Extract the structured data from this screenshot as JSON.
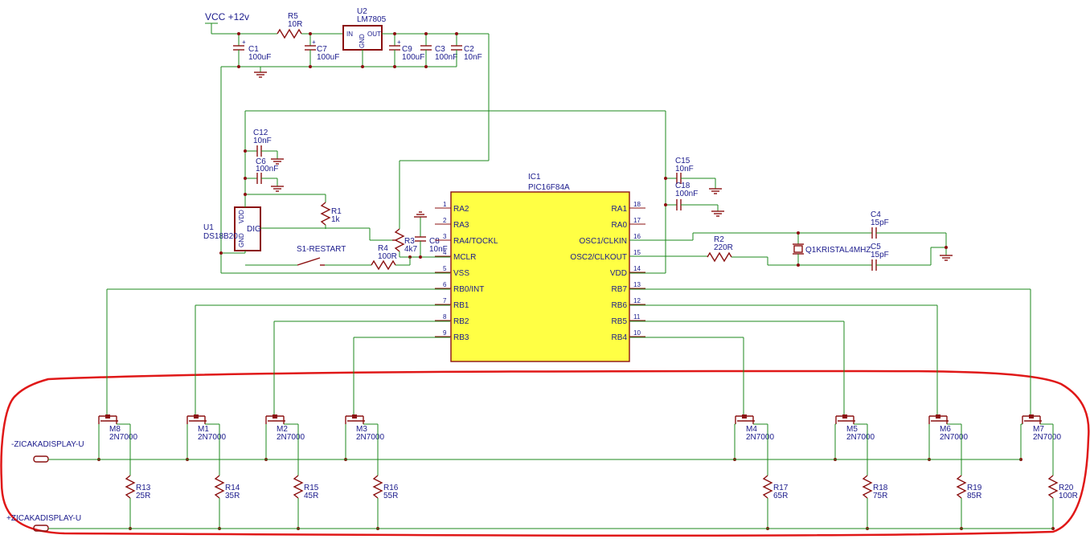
{
  "power": {
    "vcc_label": "VCC +12v"
  },
  "components": {
    "r5": {
      "name": "R5",
      "value": "10R"
    },
    "u2": {
      "name": "U2",
      "value": "LM7805",
      "pin_in": "IN",
      "pin_out": "OUT",
      "pin_gnd": "GND"
    },
    "c1": {
      "name": "C1",
      "value": "100uF"
    },
    "c7": {
      "name": "C7",
      "value": "100uF"
    },
    "c9": {
      "name": "C9",
      "value": "100uF"
    },
    "c3": {
      "name": "C3",
      "value": "100nF"
    },
    "c2": {
      "name": "C2",
      "value": "10nF"
    },
    "c12": {
      "name": "C12",
      "value": "10nF"
    },
    "c6": {
      "name": "C6",
      "value": "100nF"
    },
    "u1": {
      "name": "U1",
      "value": "DS18B20",
      "pin_vdd": "VDD",
      "pin_dig": "DIG",
      "pin_gnd": "GND"
    },
    "r1": {
      "name": "R1",
      "value": "1k"
    },
    "r3": {
      "name": "R3",
      "value": "4k7"
    },
    "c8": {
      "name": "C8",
      "value": "10nF"
    },
    "r4": {
      "name": "R4",
      "value": "100R"
    },
    "s1": {
      "name": "S1-RESTART"
    },
    "c15": {
      "name": "C15",
      "value": "10nF"
    },
    "c18": {
      "name": "C18",
      "value": "100nF"
    },
    "c4": {
      "name": "C4",
      "value": "15pF"
    },
    "c5": {
      "name": "C5",
      "value": "15pF"
    },
    "r2": {
      "name": "R2",
      "value": "220R"
    },
    "q1": {
      "name": "Q1KRISTAL4MHZ"
    }
  },
  "ic1": {
    "name": "IC1",
    "value": "PIC16F84A",
    "left_pins": [
      {
        "num": "1",
        "label": "RA2"
      },
      {
        "num": "2",
        "label": "RA3"
      },
      {
        "num": "3",
        "label": "RA4/TOCKL"
      },
      {
        "num": "4",
        "label": "MCLR"
      },
      {
        "num": "5",
        "label": "VSS"
      },
      {
        "num": "6",
        "label": "RB0/INT"
      },
      {
        "num": "7",
        "label": "RB1"
      },
      {
        "num": "8",
        "label": "RB2"
      },
      {
        "num": "9",
        "label": "RB3"
      }
    ],
    "right_pins": [
      {
        "num": "18",
        "label": "RA1"
      },
      {
        "num": "17",
        "label": "RA0"
      },
      {
        "num": "16",
        "label": "OSC1/CLKIN"
      },
      {
        "num": "15",
        "label": "OSC2/CLKOUT"
      },
      {
        "num": "14",
        "label": "VDD"
      },
      {
        "num": "13",
        "label": "RB7"
      },
      {
        "num": "12",
        "label": "RB6"
      },
      {
        "num": "11",
        "label": "RB5"
      },
      {
        "num": "10",
        "label": "RB4"
      }
    ]
  },
  "mosfets": [
    {
      "name": "M8",
      "value": "2N7000"
    },
    {
      "name": "M1",
      "value": "2N7000"
    },
    {
      "name": "M2",
      "value": "2N7000"
    },
    {
      "name": "M3",
      "value": "2N7000"
    },
    {
      "name": "M4",
      "value": "2N7000"
    },
    {
      "name": "M5",
      "value": "2N7000"
    },
    {
      "name": "M6",
      "value": "2N7000"
    },
    {
      "name": "M7",
      "value": "2N7000"
    }
  ],
  "display_resistors": [
    {
      "name": "R13",
      "value": "25R"
    },
    {
      "name": "R14",
      "value": "35R"
    },
    {
      "name": "R15",
      "value": "45R"
    },
    {
      "name": "R16",
      "value": "55R"
    },
    {
      "name": "R17",
      "value": "65R"
    },
    {
      "name": "R18",
      "value": "75R"
    },
    {
      "name": "R19",
      "value": "85R"
    },
    {
      "name": "R20",
      "value": "100R"
    }
  ],
  "connectors": {
    "minus": "-ZICAKADISPLAY-U",
    "plus": "+ZICAKADISPLAY-U"
  }
}
